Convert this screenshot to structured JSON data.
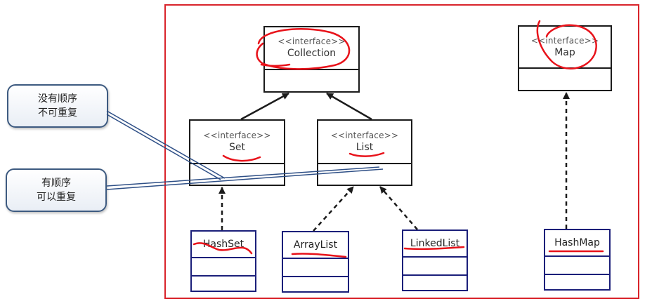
{
  "notes": {
    "unordered": {
      "line1": "没有顺序",
      "line2": "不可重复"
    },
    "ordered": {
      "line1": "有顺序",
      "line2": "可以重复"
    }
  },
  "interfaces": {
    "collection": {
      "stereotype": "<<interface>>",
      "name": "Collection"
    },
    "map": {
      "stereotype": "<<interface>>",
      "name": "Map"
    },
    "set": {
      "stereotype": "<<interface>>",
      "name": "Set"
    },
    "list": {
      "stereotype": "<<interface>>",
      "name": "List"
    }
  },
  "classes": {
    "hashset": {
      "name": "HashSet"
    },
    "arraylist": {
      "name": "ArrayList"
    },
    "linkedlist": {
      "name": "LinkedList"
    },
    "hashmap": {
      "name": "HashMap"
    }
  },
  "colors": {
    "frame": "#d9242b",
    "annotation": "#e8121a",
    "implBorder": "#1b1f7a",
    "noteBorder": "#3d5a80"
  }
}
